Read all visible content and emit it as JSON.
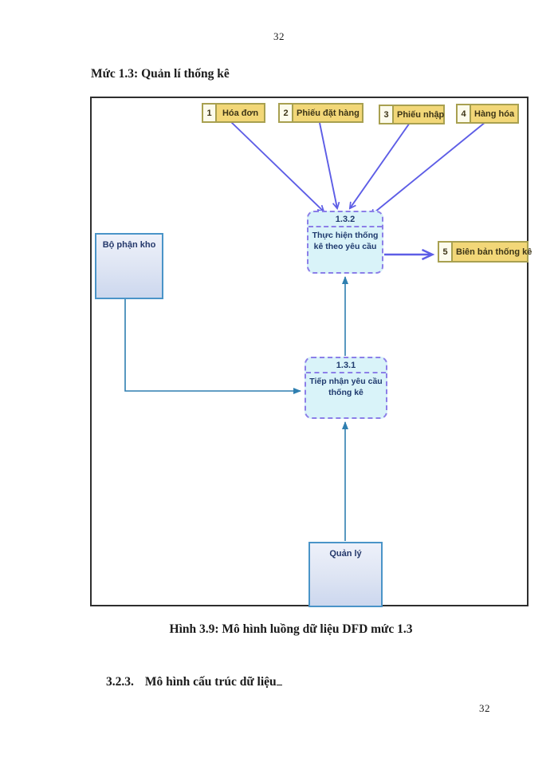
{
  "page": {
    "top_page_number": "32",
    "bottom_page_number": "32",
    "heading": "Mức 1.3: Quản  lí thống kê",
    "caption": "Hình 3.9: Mô hình luồng dữ liệu DFD mức 1.3",
    "section_number": "3.2.3.",
    "section_title": "Mô hình cấu trúc dữ liệu"
  },
  "diagram": {
    "datastores": [
      {
        "id": "1",
        "label": "Hóa đơn"
      },
      {
        "id": "2",
        "label": "Phiếu đặt hàng"
      },
      {
        "id": "3",
        "label": "Phiếu nhập"
      },
      {
        "id": "4",
        "label": "Hàng hóa"
      },
      {
        "id": "5",
        "label": "Biên bản thống kê"
      }
    ],
    "processes": [
      {
        "id": "1.3.2",
        "label": "Thực hiện thống kê theo yêu cầu"
      },
      {
        "id": "1.3.1",
        "label": "Tiếp nhận yêu cầu thống kê"
      }
    ],
    "entities": [
      {
        "label": "Bộ phận kho"
      },
      {
        "label": "Quản lý"
      }
    ],
    "colors": {
      "datastore_fill": "#f2d778",
      "datastore_border": "#a8a050",
      "datastore_number_cell": "#fcfbec",
      "process_fill": "#d9f3f9",
      "process_border": "#8c7fe8",
      "process_text": "#1f3a6e",
      "entity_border": "#4a94c8",
      "entity_fill": "#dde4f3",
      "flow_violet": "#5d5de6",
      "flow_teal": "#2f7fb0"
    }
  }
}
